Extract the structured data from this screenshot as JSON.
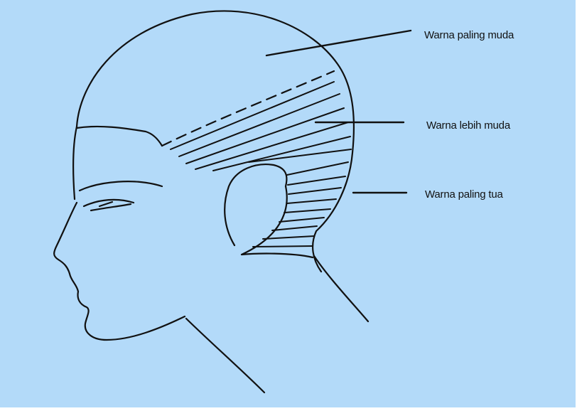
{
  "background_color": "#b3daf9",
  "line_color": "#111111",
  "labels": {
    "lightest": "Warna paling muda",
    "lighter": "Warna lebih muda",
    "darkest": "Warna paling tua"
  }
}
